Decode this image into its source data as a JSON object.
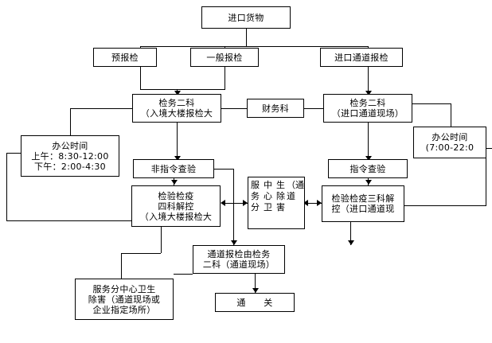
{
  "diagram": {
    "title_box": {
      "text": "进口货物"
    },
    "nodes": {
      "pre_declare": {
        "text": "预报检"
      },
      "general_declare": {
        "text": "一般报检"
      },
      "channel_declare": {
        "text": "进口通道报检"
      },
      "inspection_dept_left": {
        "line1": "检务二科",
        "line2": "（入境大楼报检大"
      },
      "finance_dept": {
        "text": "财务科"
      },
      "inspection_dept_right": {
        "line1": "检务二科",
        "line2": "（进口通道现场）"
      },
      "office_hours_left": {
        "line1": "办公时间",
        "line2": "上午：8:30-12:00",
        "line3": "下午：2:00-4:30"
      },
      "office_hours_right": {
        "line1": "办公时间",
        "line2": "(7:00-22:0"
      },
      "non_instruction_check": {
        "text": "非指令查验"
      },
      "instruction_check": {
        "text": "指令查验"
      },
      "quarantine_dept4": {
        "line1": "检验检疫",
        "line2": "四科解控",
        "line3": "（入境大楼报检大"
      },
      "service_center": {
        "col1": "服务分",
        "col2": "中心卫",
        "col3": "生除害",
        "col4": "（通道"
      },
      "quarantine_dept3": {
        "line1": "检验检疫三科解",
        "line2": "控（进口通道现"
      },
      "channel_declare_dept2": {
        "line1": "通道报检由检务",
        "line2": "二科（通道现场）"
      },
      "service_center_bottom": {
        "line1": "服务分中心卫生",
        "line2": "除害（通道现场或",
        "line3": "企业指定场所）"
      },
      "customs_clearance": {
        "text": "通　　关"
      }
    }
  },
  "style": {
    "line_color": "#000000",
    "box_border": "#000000",
    "background": "#ffffff",
    "text_color": "#000000"
  }
}
